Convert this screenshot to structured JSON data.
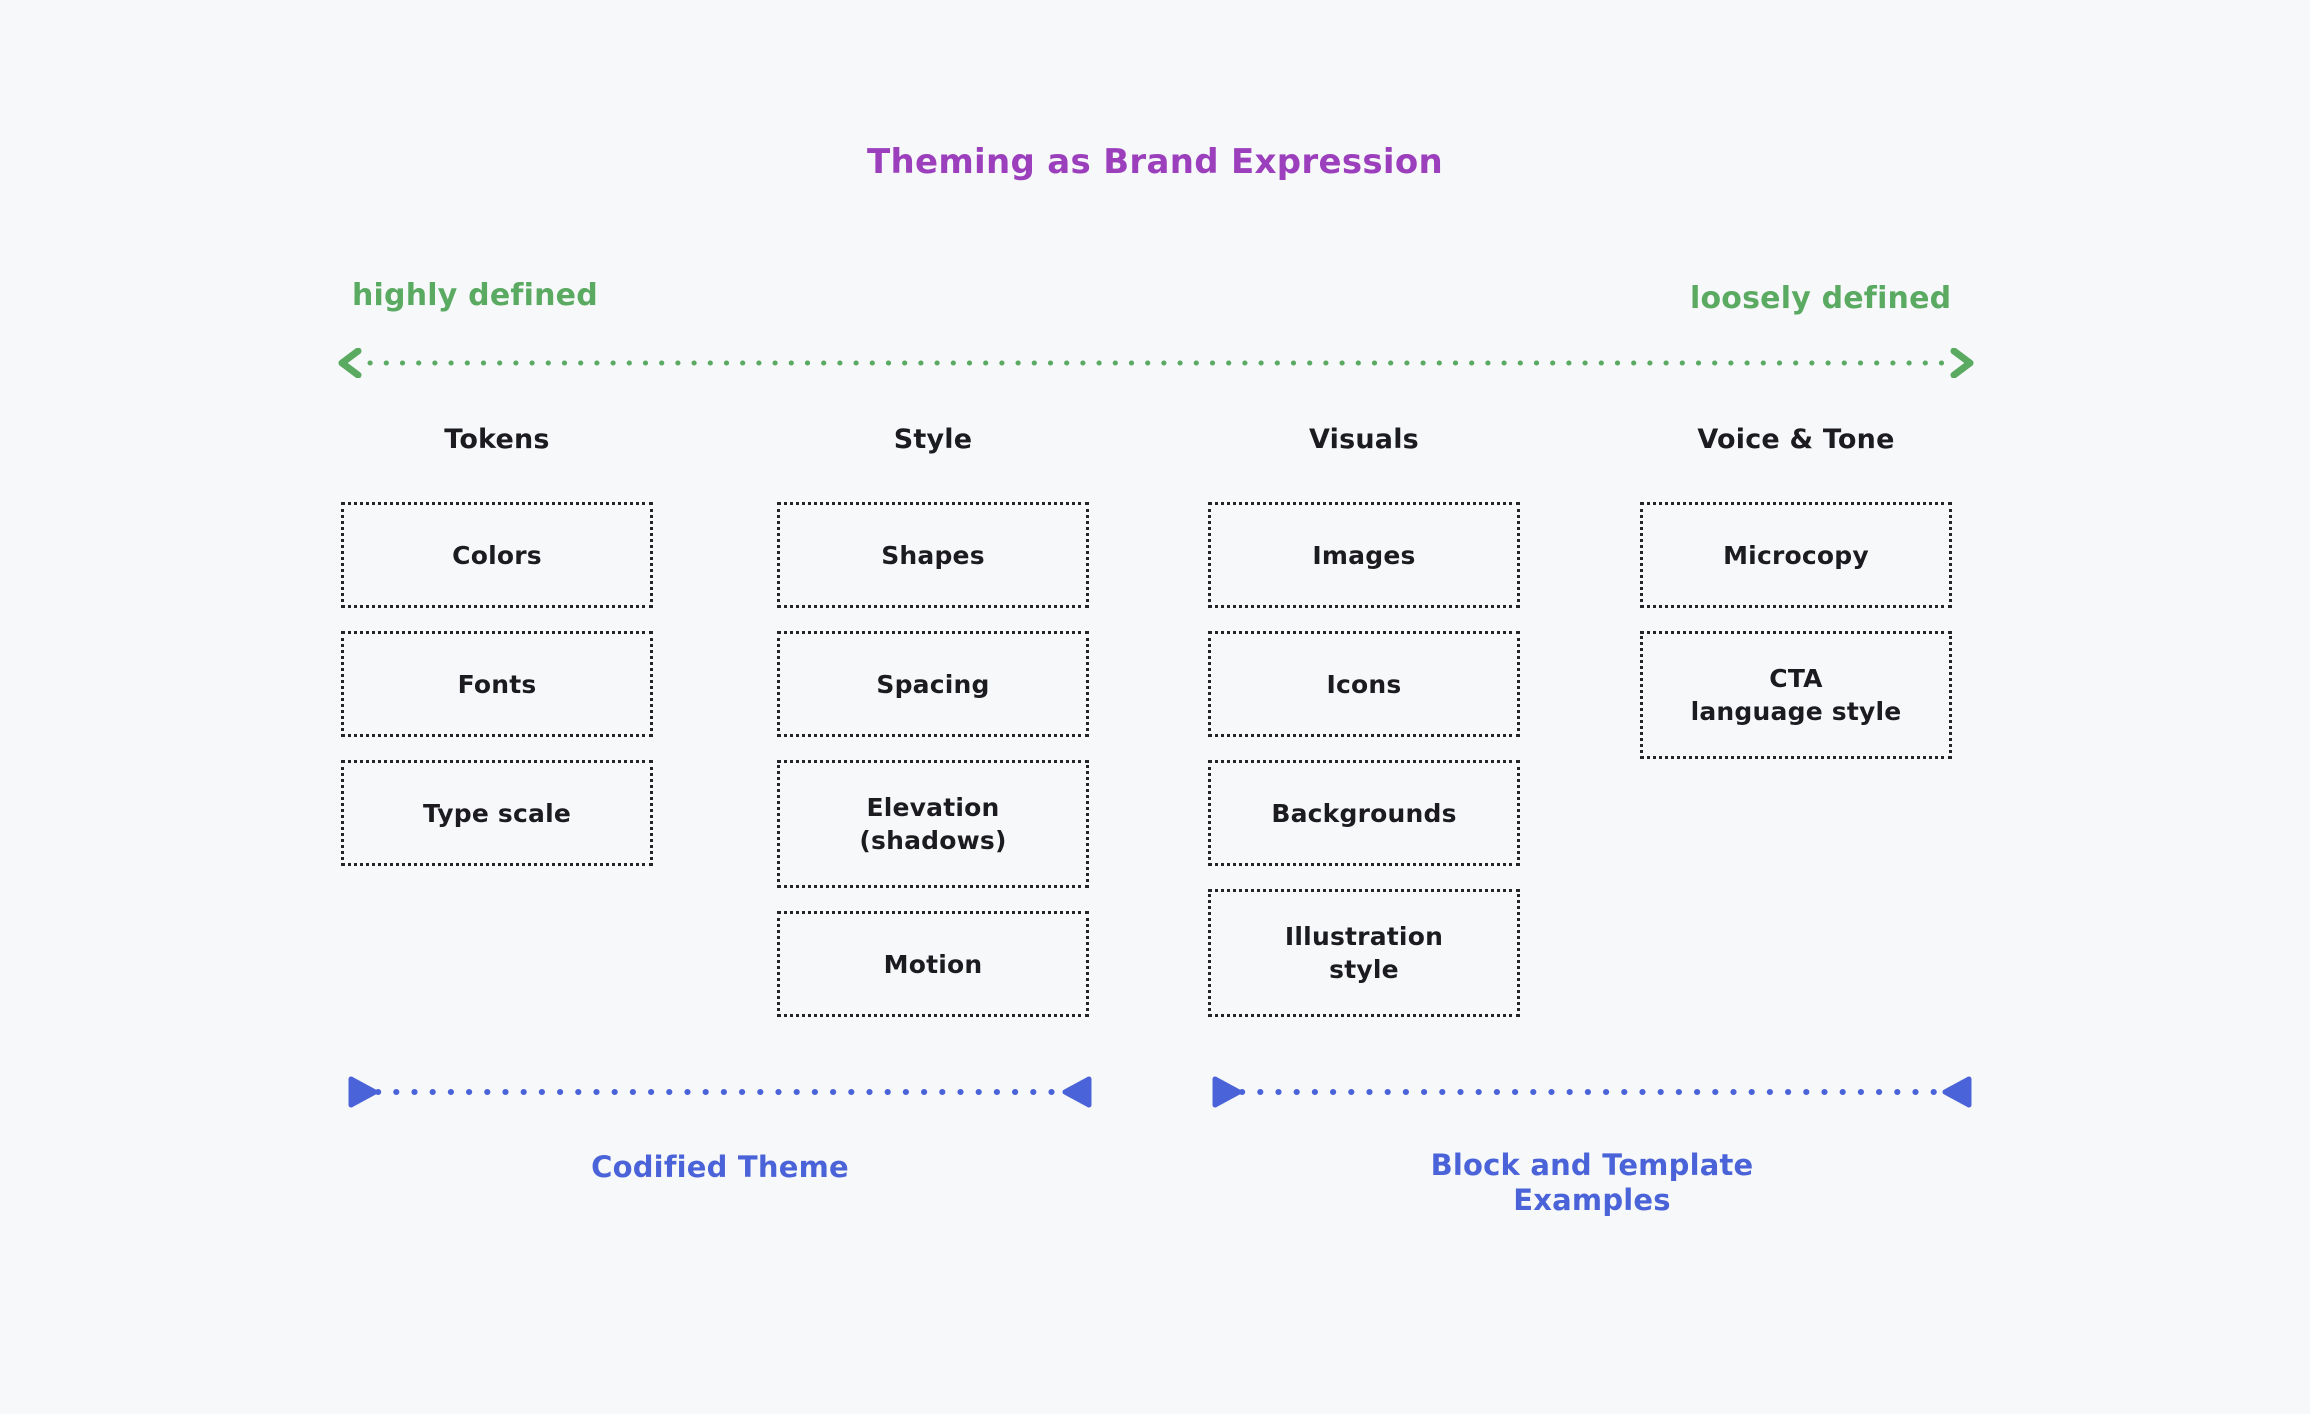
{
  "title": "Theming as Brand Expression",
  "colors": {
    "background": "#f7f8fa",
    "title_purple": "#9b3fbd",
    "scale_green": "#5aaa62",
    "bracket_blue": "#4a63d8",
    "box_border": "#252529",
    "text_dark": "#1c1c20"
  },
  "scale": {
    "left_label": "highly defined",
    "right_label": "loosely defined",
    "axis_name": "double-headed-dotted-arrow"
  },
  "columns": [
    {
      "header": "Tokens",
      "items": [
        {
          "label": "Colors"
        },
        {
          "label": "Fonts"
        },
        {
          "label": "Type scale"
        }
      ]
    },
    {
      "header": "Style",
      "items": [
        {
          "label": "Shapes"
        },
        {
          "label": "Spacing"
        },
        {
          "label": "Elevation\n(shadows)"
        },
        {
          "label": "Motion"
        }
      ]
    },
    {
      "header": "Visuals",
      "items": [
        {
          "label": "Images"
        },
        {
          "label": "Icons"
        },
        {
          "label": "Backgrounds"
        },
        {
          "label": "Illustration\nstyle"
        }
      ]
    },
    {
      "header": "Voice & Tone",
      "items": [
        {
          "label": "Microcopy"
        },
        {
          "label": "CTA\nlanguage style"
        }
      ]
    }
  ],
  "brackets": [
    {
      "caption": "Codified Theme"
    },
    {
      "caption": "Block and Template\nExamples"
    }
  ]
}
